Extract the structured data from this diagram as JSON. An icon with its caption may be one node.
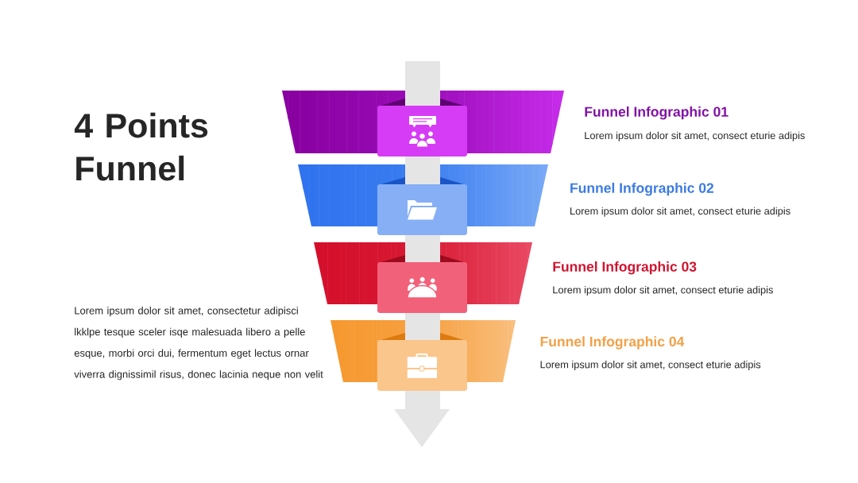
{
  "diagram": {
    "title": "4 Points Funnel",
    "nodes": [
      {
        "text": [],
        "shape": "trapezoid",
        "beside": [
          "Funnel Infographic 01",
          "Lorem ipsum dolor sit amet, consect eturie adipis"
        ]
      },
      {
        "text": [],
        "shape": "trapezoid",
        "beside": [
          "Funnel Infographic 02",
          "Lorem ipsum dolor sit amet, consect eturie adipis"
        ]
      },
      {
        "text": [],
        "shape": "trapezoid",
        "beside": [
          "Funnel Infographic 03",
          "Lorem ipsum dolor sit amet, consect eturie adipis"
        ]
      },
      {
        "text": [],
        "shape": "trapezoid",
        "beside": [
          "Funnel Infographic 04",
          "Lorem ipsum dolor sit amet, consect eturie adipis"
        ]
      }
    ],
    "labels": [
      "Lorem ipsum dolor sit amet, consectetur adipisci lkklpe tesque sceler isqe malesuada libero a pelle esque, morbi orci dui, fermentum eget lectus ornar viverra dignissimil risus, donec lacinia neque non velit"
    ]
  }
}
